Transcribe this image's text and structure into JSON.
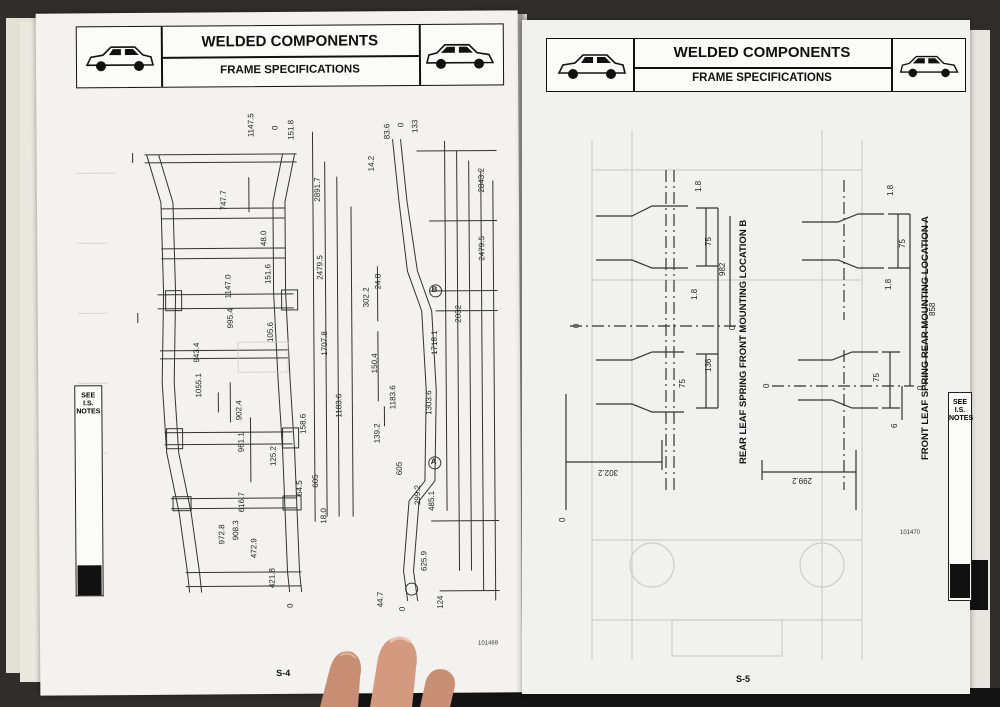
{
  "left_page": {
    "header_title": "WELDED COMPONENTS",
    "header_subtitle": "FRAME SPECIFICATIONS",
    "page_number": "S-4",
    "serial": "101469",
    "side_tab": [
      "SEE",
      "I.S.",
      "NOTES"
    ],
    "top_dims": [
      "1147.5",
      "0",
      "151.8",
      "83.6",
      "0",
      "133"
    ],
    "frame_dims": [
      "747.7",
      "48.0",
      "151.6",
      "1147.0",
      "995.4",
      "105.6",
      "943.4",
      "1055.1",
      "902.4",
      "961.1",
      "158.6",
      "125.2",
      "616.7",
      "64.5",
      "908.3",
      "972.8",
      "472.9",
      "421.8",
      "0"
    ],
    "long_dims": [
      "2891.7",
      "2479.5",
      "1707.8",
      "1183.6",
      "605",
      "18.0"
    ],
    "side_dims": [
      "14.2",
      "2843.2",
      "2479.5",
      "302.2",
      "24.8",
      "2032",
      "1718.1",
      "150.4",
      "1183.6",
      "1303.6",
      "139.2",
      "605",
      "299.2",
      "485.1",
      "625.9",
      "44.7",
      "0",
      "124"
    ],
    "callouts": [
      "B",
      "A"
    ]
  },
  "right_page": {
    "header_title": "WELDED COMPONENTS",
    "header_subtitle": "FRAME SPECIFICATIONS",
    "page_number": "S-5",
    "serial": "101470",
    "side_tab": [
      "SEE",
      "I.S.",
      "NOTES"
    ],
    "caption_b": "REAR LEAF SPRING FRONT MOUNTING LOCATION  B",
    "caption_a": "FRONT LEAF SPRING REAR MOUNTING LOCATION  A",
    "dims_b": [
      "1.8",
      "75",
      "982",
      "1.8",
      "0",
      "0",
      "136",
      "75",
      "302.2",
      "0"
    ],
    "dims_a": [
      "1.8",
      "75",
      "1.8",
      "858",
      "0",
      "75",
      "6",
      "0",
      "299.2"
    ]
  }
}
